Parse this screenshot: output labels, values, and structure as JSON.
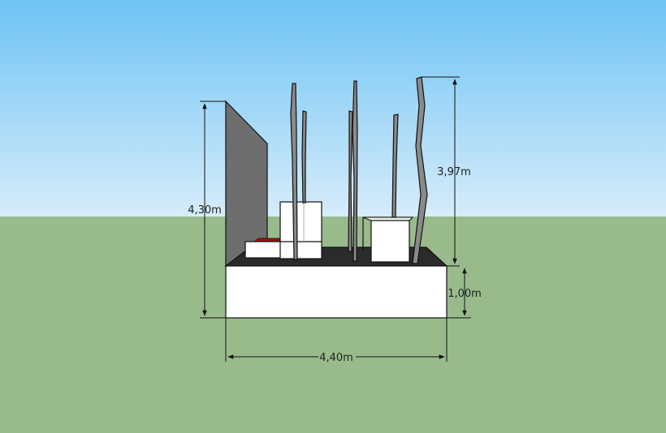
{
  "colors": {
    "sky_top": "#6ec3f5",
    "sky_bottom": "#d6ecfa",
    "ground": "#99bb8c",
    "base_face": "#ffffff",
    "base_top": "#2b2b2b",
    "wall": "#6e6e6e",
    "accent_red": "#a01010",
    "blade": "#8a8a8a"
  },
  "dimensions": {
    "left_height": "4,30m",
    "right_height": "3,97m",
    "base_height": "1,00m",
    "base_width": "4,40m"
  }
}
